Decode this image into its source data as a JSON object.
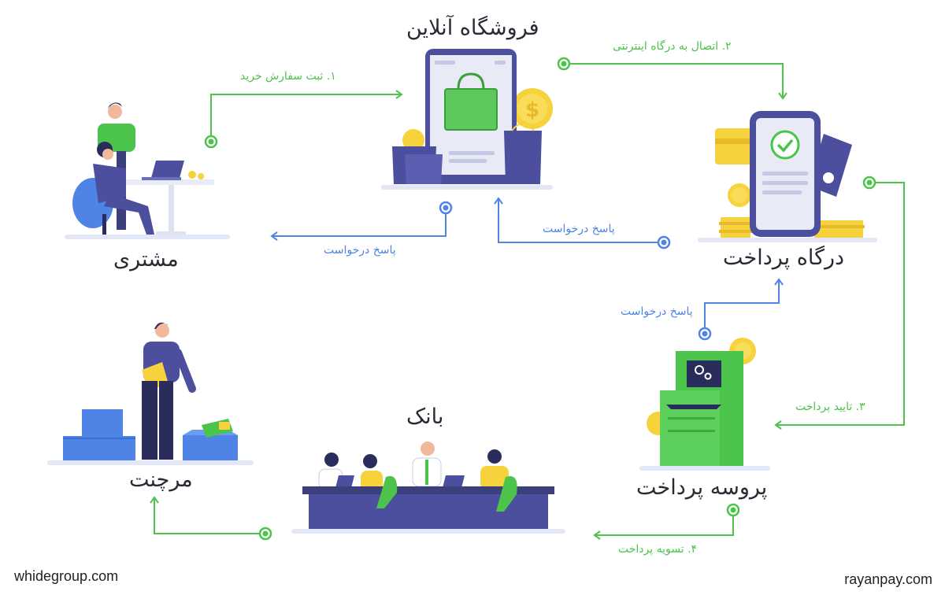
{
  "nodes": {
    "online_shop": "فروشگاه آنلاین",
    "payment_gateway": "درگاه پرداخت",
    "customer": "مشتری",
    "payment_process": "پروسه پرداخت",
    "bank": "بانک",
    "merchant": "مرچنت"
  },
  "flows": {
    "step1": "۱. ثبت سفارش خرید",
    "step2": "۲. اتصال به درگاه اینترنتی",
    "step3": "۳. تایید پرداخت",
    "step4": "۴. تسویه پرداخت",
    "response_shop_to_customer": "پاسخ درخواست",
    "response_gateway_to_shop": "پاسخ درخواست",
    "response_process_to_gateway": "پاسخ درخواست"
  },
  "watermarks": {
    "left": "whidegroup.com",
    "right": "rayanpay.com"
  },
  "colors": {
    "green_flow": "#4cc34a",
    "blue_flow": "#4f84e6",
    "navy": "#4b4f9e",
    "light_purple": "#e3e6f7",
    "gold": "#f6d23c"
  }
}
